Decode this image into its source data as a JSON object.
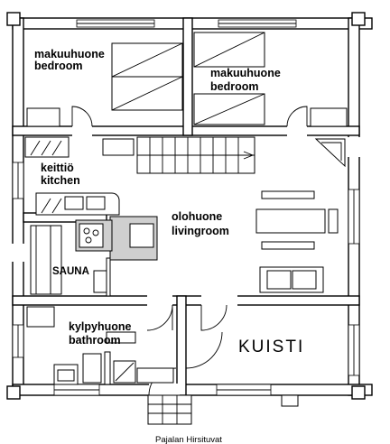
{
  "rooms": {
    "bedroom_left": {
      "fi": "makuuhuone",
      "en": "bedroom"
    },
    "bedroom_right": {
      "fi": "makuuhuone",
      "en": "bedroom"
    },
    "kitchen": {
      "fi": "keittiö",
      "en": "kitchen"
    },
    "living": {
      "fi": "olohuone",
      "en": "livingroom"
    },
    "sauna": {
      "label": "SAUNA"
    },
    "bathroom": {
      "fi": "kylpyhuone",
      "en": "bathroom"
    },
    "porch": {
      "label": "KUISTI"
    }
  },
  "caption": "Pajalan Hirsituvat"
}
